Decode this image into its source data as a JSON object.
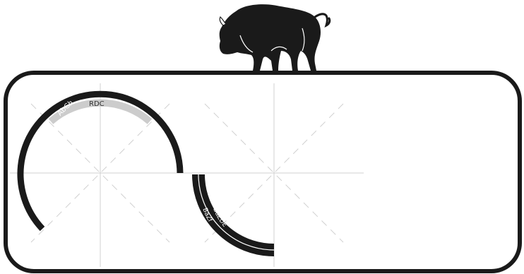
{
  "colors": {
    "background": "#ffffff",
    "frame": "#1a1a1a",
    "bison": "#1a1a1a",
    "track": "#1a1a1a",
    "highlight": "#cccccc",
    "guide": "#d0d0d0"
  },
  "icons": {
    "mascot": "bison-icon"
  },
  "labels": {
    "upper_outer": "AbCh",
    "upper_inner": "RDC",
    "lower_outer": "BaZf",
    "lower_inner": "BaZDE"
  }
}
